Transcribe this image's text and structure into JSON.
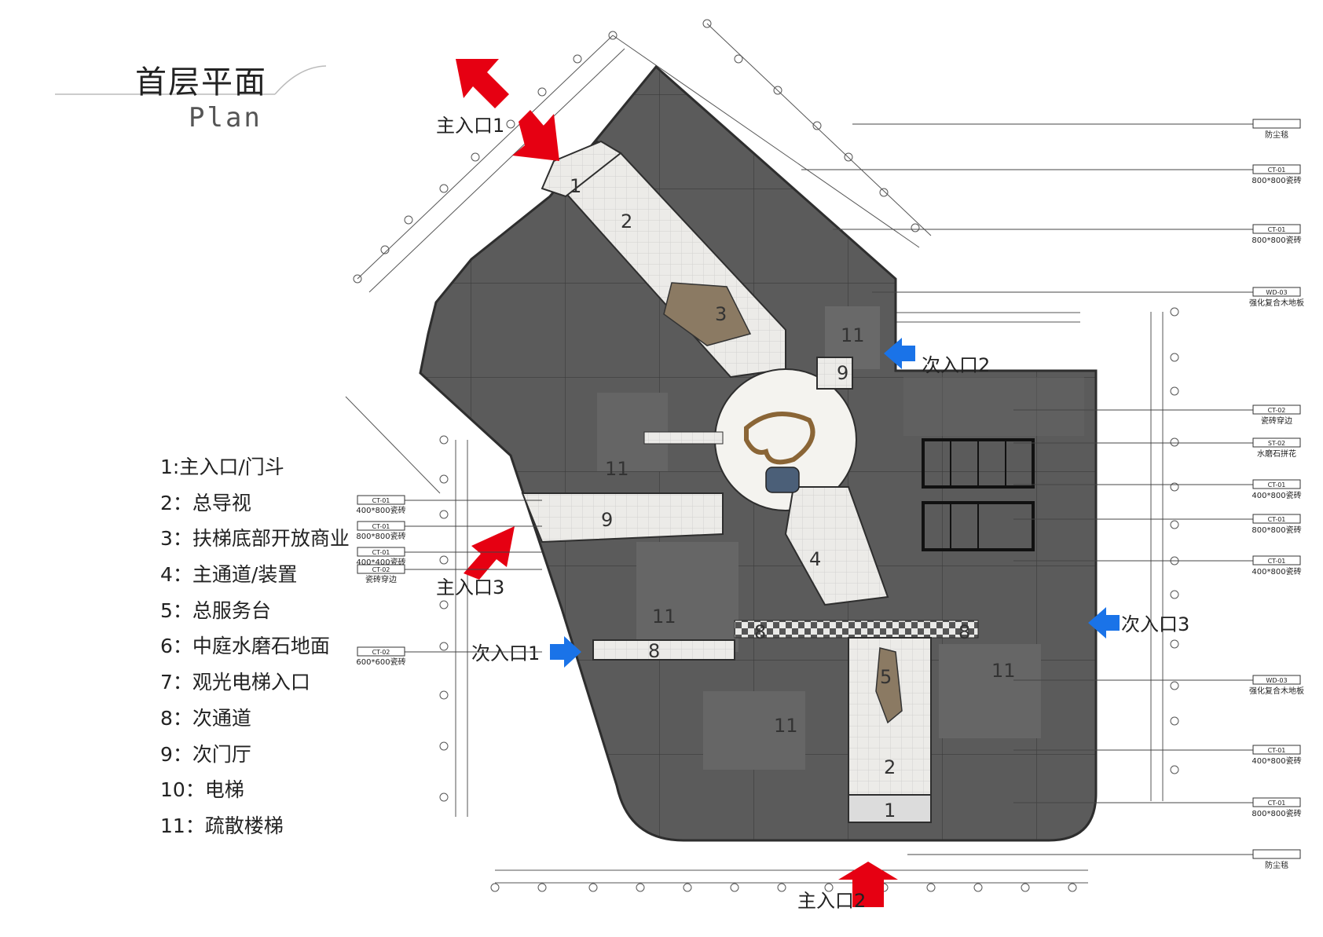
{
  "title": {
    "zh": "首层平面",
    "en": "Plan"
  },
  "legend": [
    "1:主入口/门斗",
    "2：总导视",
    "3：扶梯底部开放商业",
    "4：主通道/装置",
    "5：总服务台",
    "6：中庭水磨石地面",
    "7：观光电梯入口",
    "8：次通道",
    "9：次门厅",
    "10：电梯",
    "11：疏散楼梯"
  ],
  "entrances": {
    "main1": "主入口1",
    "main2": "主入口2",
    "main3": "主入口3",
    "sec1": "次入口1",
    "sec2": "次入口2",
    "sec3": "次入口3"
  },
  "zone_numbers": {
    "z1a": "1",
    "z2a": "2",
    "z3": "3",
    "z11a": "11",
    "z9a": "9",
    "z11b": "11",
    "z9b": "9",
    "z4": "4",
    "z11c": "11",
    "z8a": "8",
    "z8b": "8",
    "z8c": "8",
    "z5": "5",
    "z11d": "11",
    "z11e": "11",
    "z2b": "2",
    "z1b": "1"
  },
  "material_tags": {
    "right": [
      {
        "code": "",
        "desc": "防尘毯"
      },
      {
        "code": "CT-01",
        "desc": "800*800瓷砖"
      },
      {
        "code": "CT-01",
        "desc": "800*800瓷砖"
      },
      {
        "code": "WD-03",
        "desc": "强化复合木地板"
      },
      {
        "code": "CT-02",
        "desc": "瓷砖穿边"
      },
      {
        "code": "ST-02",
        "desc": "水磨石拼花"
      },
      {
        "code": "CT-01",
        "desc": "400*800瓷砖"
      },
      {
        "code": "CT-01",
        "desc": "800*800瓷砖"
      },
      {
        "code": "CT-01",
        "desc": "400*800瓷砖"
      },
      {
        "code": "WD-03",
        "desc": "强化复合木地板"
      },
      {
        "code": "CT-01",
        "desc": "400*800瓷砖"
      },
      {
        "code": "CT-01",
        "desc": "800*800瓷砖"
      },
      {
        "code": "",
        "desc": "防尘毯"
      }
    ],
    "left": [
      {
        "code": "CT-01",
        "desc": "400*800瓷砖"
      },
      {
        "code": "CT-01",
        "desc": "800*800瓷砖"
      },
      {
        "code": "CT-01",
        "desc": "400*400瓷砖"
      },
      {
        "code": "CT-02",
        "desc": "瓷砖穿边"
      },
      {
        "code": "CT-02",
        "desc": "600*600瓷砖"
      }
    ]
  },
  "colors": {
    "building": "#5b5b5b",
    "corridor": "#e9e9e7",
    "wall": "#3a3a3a",
    "main_arrow": "#e60012",
    "sec_arrow": "#1a73e8"
  }
}
